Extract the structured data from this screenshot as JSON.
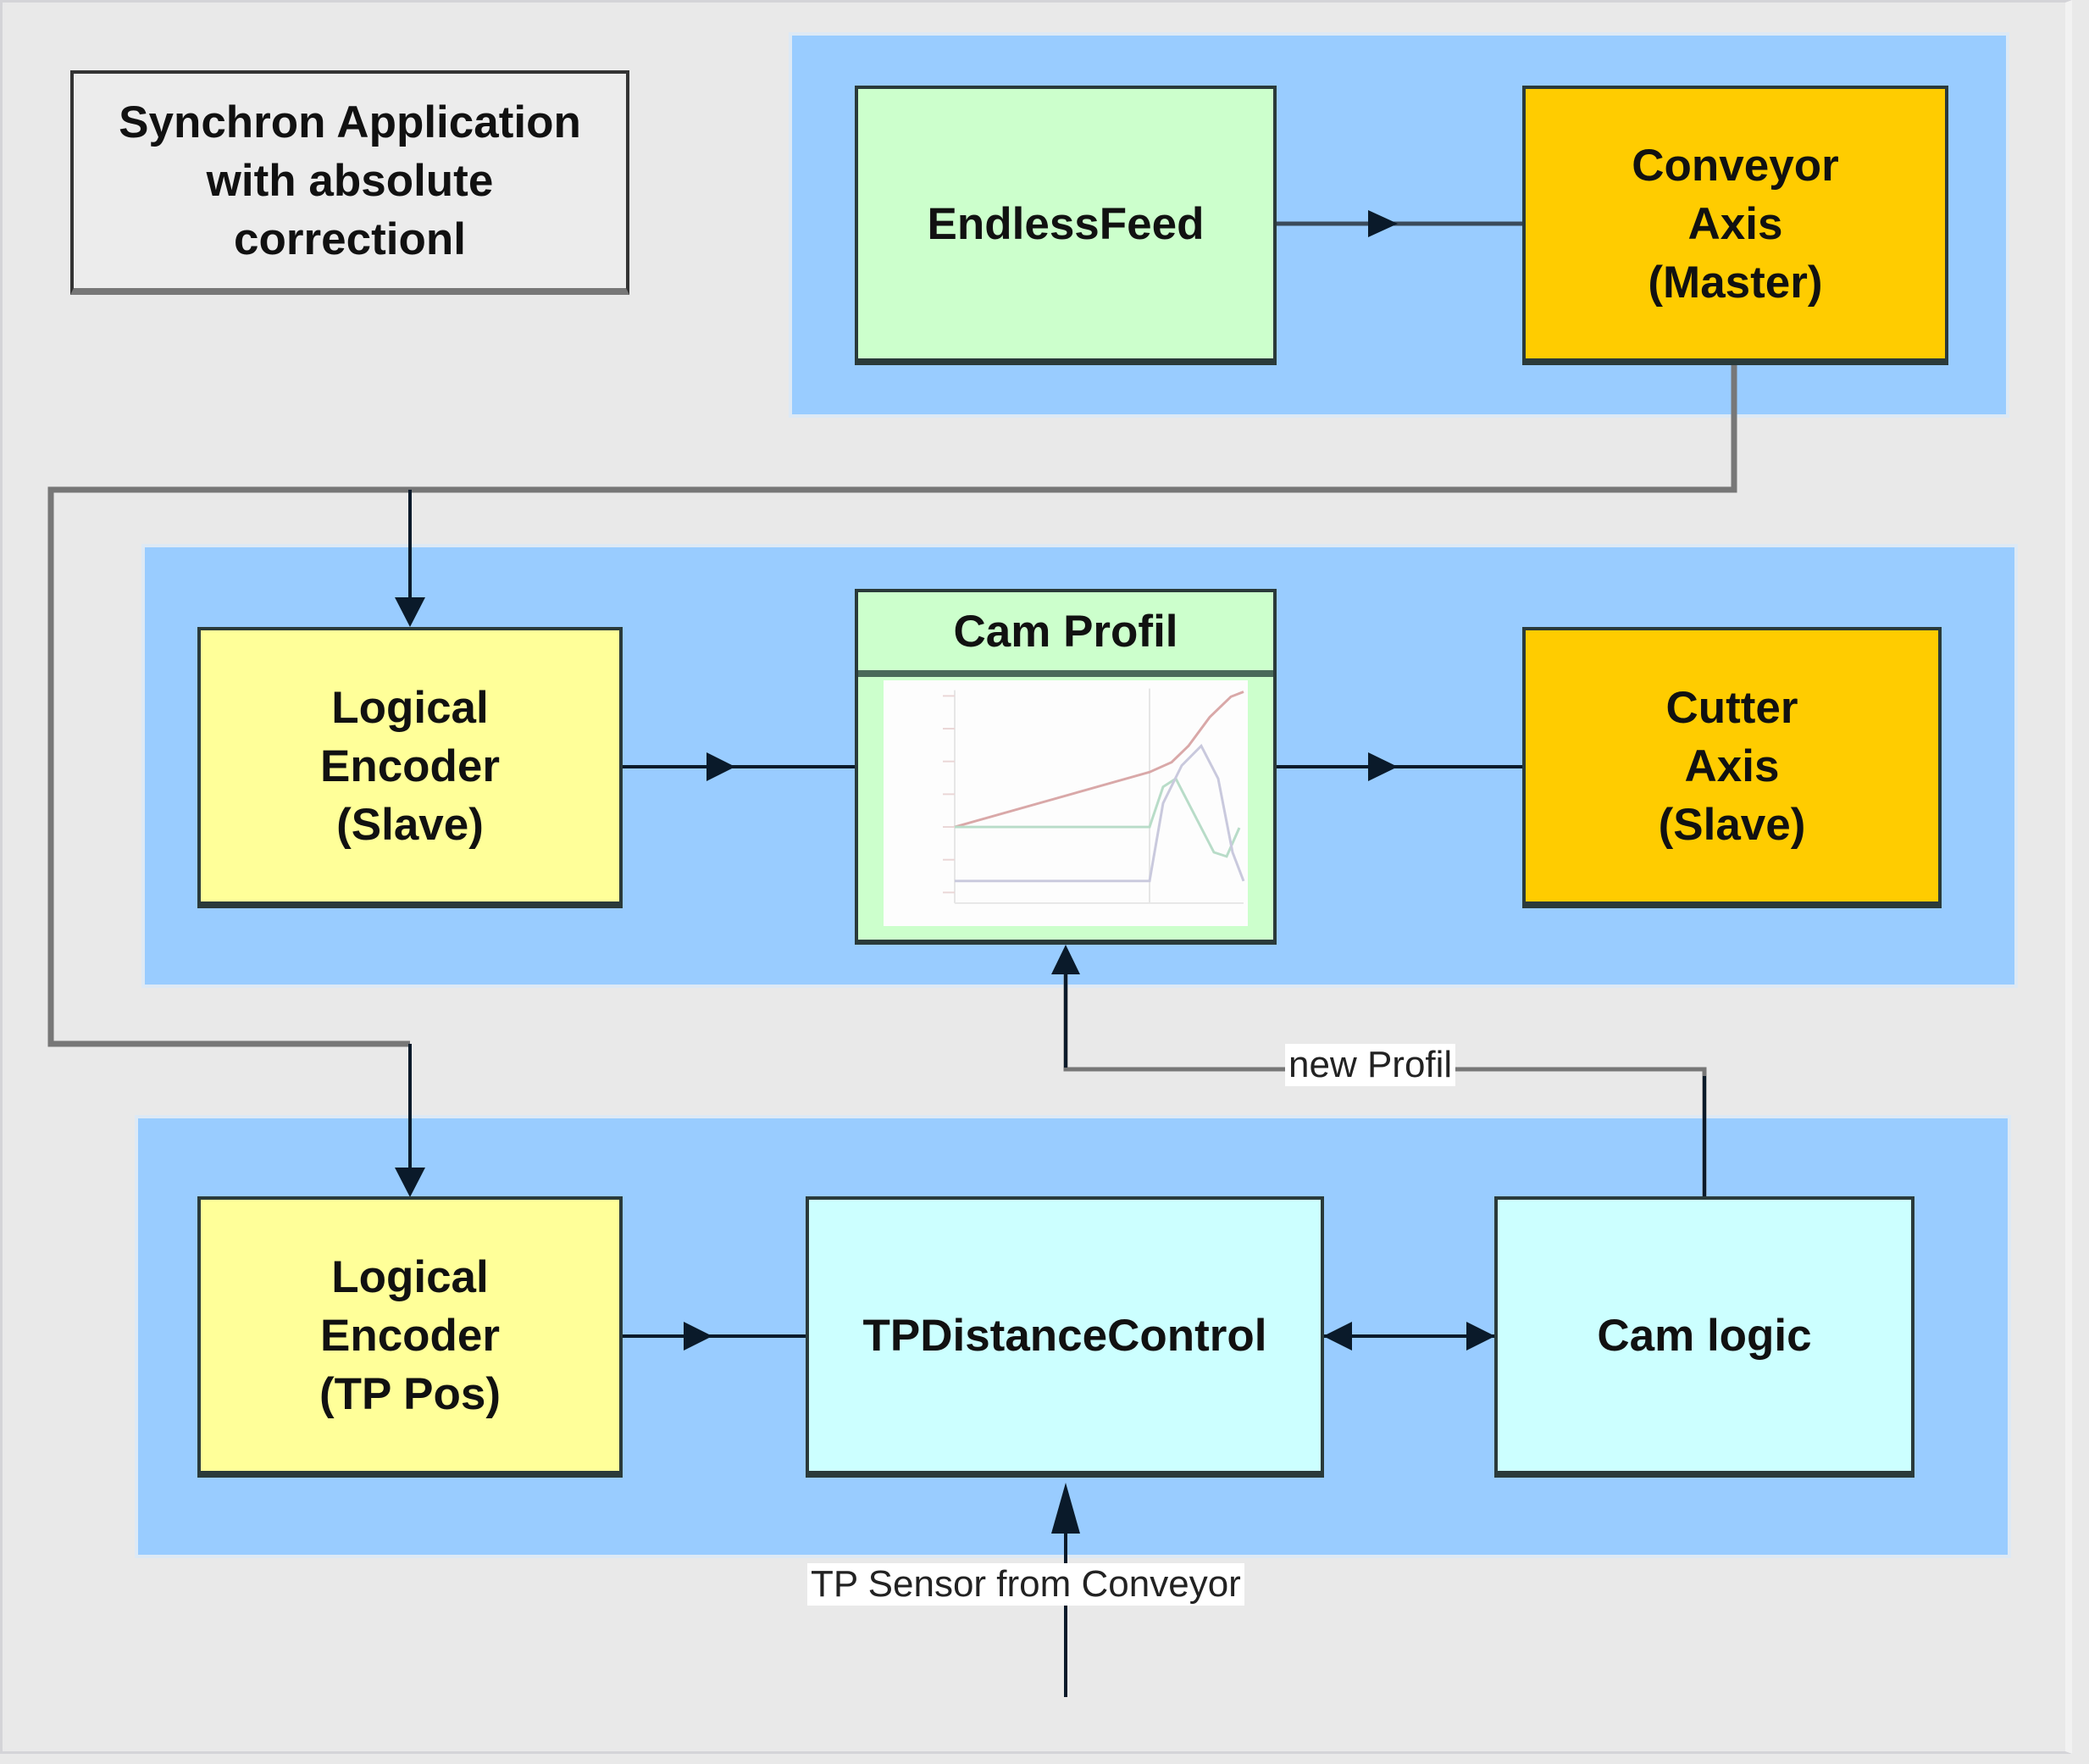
{
  "title": "Synchron Application\nwith absolute\ncorrectionl",
  "blocks": {
    "endless_feed": "EndlessFeed",
    "conveyor_axis": "Conveyor\nAxis\n(Master)",
    "logical_encoder_slave": "Logical\nEncoder\n(Slave)",
    "cam_profil": "Cam Profil",
    "cutter_axis": "Cutter\nAxis\n(Slave)",
    "logical_encoder_tp": "Logical\nEncoder\n(TP Pos)",
    "tp_distance_control": "TPDistanceControl",
    "cam_logic": "Cam logic"
  },
  "edge_labels": {
    "new_profil": "new Profil",
    "tp_sensor": "TP Sensor from Conveyor"
  },
  "colors": {
    "lane": "#99ccff",
    "green_block": "#ccffcc",
    "gold_block": "#ffcc00",
    "yellow_block": "#ffff99",
    "cyan_block": "#ccffff"
  }
}
